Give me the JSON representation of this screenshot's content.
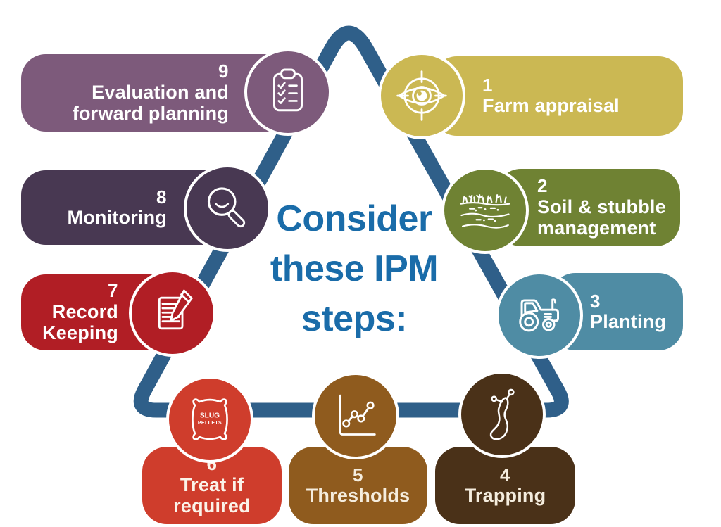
{
  "title": {
    "lines": [
      "Consider",
      "these IPM",
      "steps:"
    ],
    "color": "#1A6CA9"
  },
  "triangle": {
    "color": "#2F5F89"
  },
  "background": "#FFFFFF",
  "steps": [
    {
      "number": "1",
      "label": "Farm appraisal",
      "label_lines": [
        "Farm appraisal"
      ],
      "color": "#CBB853",
      "text_color": "#FFFFFF",
      "icon": "eye-icon"
    },
    {
      "number": "2",
      "label": "Soil & stubble management",
      "label_lines": [
        "Soil & stubble",
        "management"
      ],
      "color": "#6F8233",
      "text_color": "#FFFFFF",
      "icon": "soil-stubble-icon"
    },
    {
      "number": "3",
      "label": "Planting",
      "label_lines": [
        "Planting"
      ],
      "color": "#4F8CA4",
      "text_color": "#FFFFFF",
      "icon": "tractor-icon"
    },
    {
      "number": "4",
      "label": "Trapping",
      "label_lines": [
        "Trapping"
      ],
      "color": "#4A3118",
      "text_color": "#F5EDDE",
      "icon": "slug-icon"
    },
    {
      "number": "5",
      "label": "Thresholds",
      "label_lines": [
        "Thresholds"
      ],
      "color": "#8F5B1E",
      "text_color": "#F5EDDE",
      "icon": "threshold-chart-icon"
    },
    {
      "number": "6",
      "label": "Treat if required",
      "label_lines": [
        "Treat if",
        "required"
      ],
      "color": "#CF3D2C",
      "text_color": "#FBF3E9",
      "icon": "slug-pellets-bag-icon",
      "icon_text_lines": [
        "SLUG",
        "PELLETS"
      ]
    },
    {
      "number": "7",
      "label": "Record Keeping",
      "label_lines": [
        "Record",
        "Keeping"
      ],
      "color": "#B11E25",
      "text_color": "#FFFFFF",
      "icon": "pen-and-record-icon"
    },
    {
      "number": "8",
      "label": "Monitoring",
      "label_lines": [
        "Monitoring"
      ],
      "color": "#483852",
      "text_color": "#FFFFFF",
      "icon": "magnifying-glass-icon"
    },
    {
      "number": "9",
      "label": "Evaluation and forward planning",
      "label_lines": [
        "Evaluation and",
        "forward planning"
      ],
      "color": "#7D5A7B",
      "text_color": "#FFFFFF",
      "icon": "clipboard-checklist-icon"
    }
  ]
}
